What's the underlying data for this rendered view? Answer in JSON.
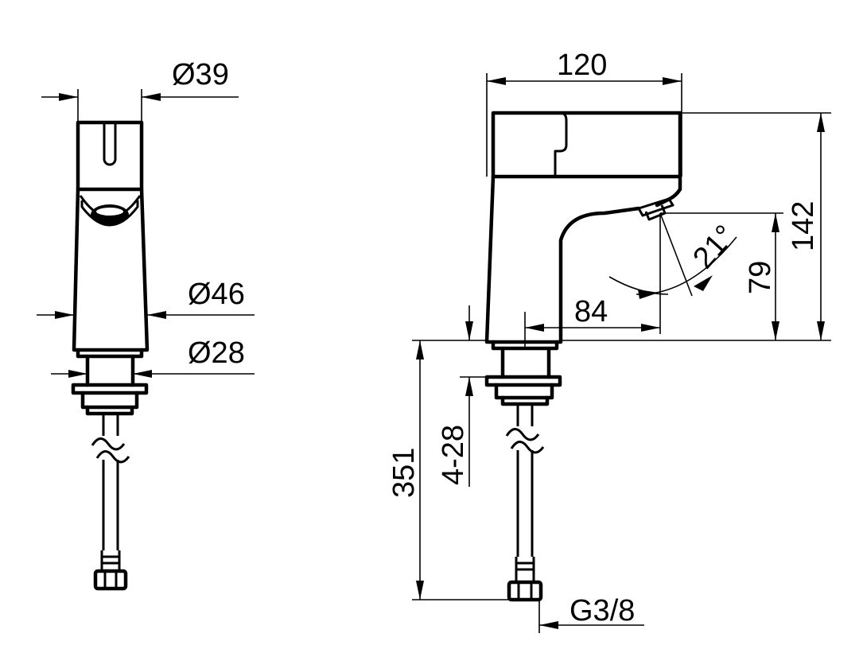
{
  "colors": {
    "line": "#000000",
    "background": "#ffffff"
  },
  "dimensions": {
    "d39": "Ø39",
    "d46": "Ø46",
    "d28": "Ø28",
    "w120": "120",
    "h142": "142",
    "angle21": "21°",
    "h79": "79",
    "w84": "84",
    "range428": "4-28",
    "h351": "351",
    "thread": "G3/8"
  }
}
